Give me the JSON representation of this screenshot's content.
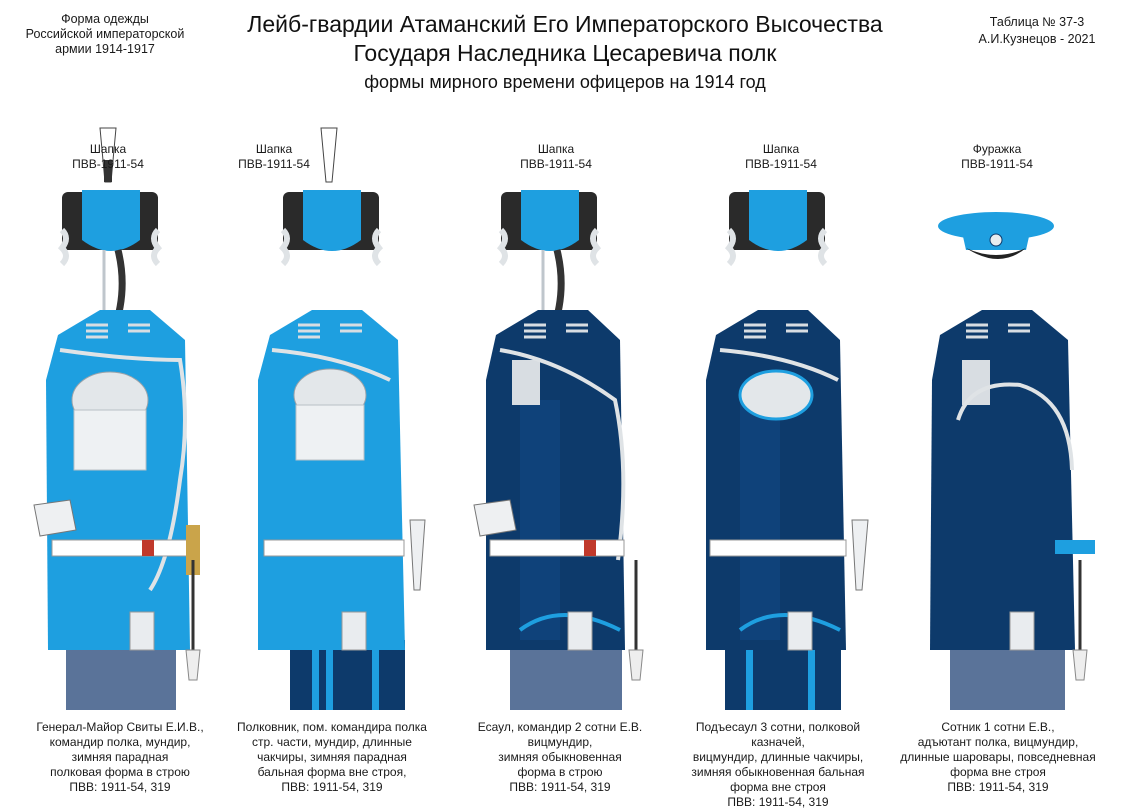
{
  "header": {
    "left": [
      "Форма одежды",
      "Российской императорской",
      "армии  1914-1917"
    ],
    "title": [
      "Лейб-гвардии Атаманский Его Императорского Высочества",
      "Государя Наследника Цесаревича полк"
    ],
    "subtitle": "формы мирного времени офицеров на 1914 год",
    "right": [
      "Таблица №  37-3",
      "А.И.Кузнецов - 2021"
    ]
  },
  "colors": {
    "light_blue": "#1e9fe0",
    "dark_blue": "#0d3a6b",
    "trouser_gray": "#5a7399",
    "silver": "#d8dde2",
    "black": "#222222"
  },
  "figures": [
    {
      "headgear": "Шапка",
      "headgear_code": "ПВВ-1911-54",
      "caption": [
        "Генерал-Майор Свиты Е.И.В.,",
        "командир полка, мундир,",
        "зимняя парадная",
        "полковая форма в строю",
        "ПВВ: 1911-54, 319"
      ]
    },
    {
      "headgear": "Шапка",
      "headgear_code": "ПВВ-1911-54",
      "caption": [
        "Полковник, пом. командира полка",
        "стр. части, мундир, длинные",
        "чакчиры, зимняя парадная",
        "бальная форма вне строя,",
        "ПВВ: 1911-54, 319"
      ]
    },
    {
      "headgear": "Шапка",
      "headgear_code": "ПВВ-1911-54",
      "caption": [
        "Есаул, командир 2 сотни Е.В.",
        "вицмундир,",
        "зимняя обыкновенная",
        "форма в строю",
        "ПВВ: 1911-54, 319"
      ]
    },
    {
      "headgear": "Шапка",
      "headgear_code": "ПВВ-1911-54",
      "caption": [
        "Подъесаул 3 сотни, полковой казначей,",
        "вицмундир, длинные чакчиры,",
        "зимняя обыкновенная бальная",
        "форма вне строя",
        "ПВВ: 1911-54, 319"
      ]
    },
    {
      "headgear": "Фуражка",
      "headgear_code": "ПВВ-1911-54",
      "caption": [
        "Сотник 1 сотни Е.В.,",
        "адъютант полка, вицмундир,",
        "длинные шаровары, повседневная",
        "форма вне строя",
        "ПВВ: 1911-54, 319"
      ]
    }
  ]
}
